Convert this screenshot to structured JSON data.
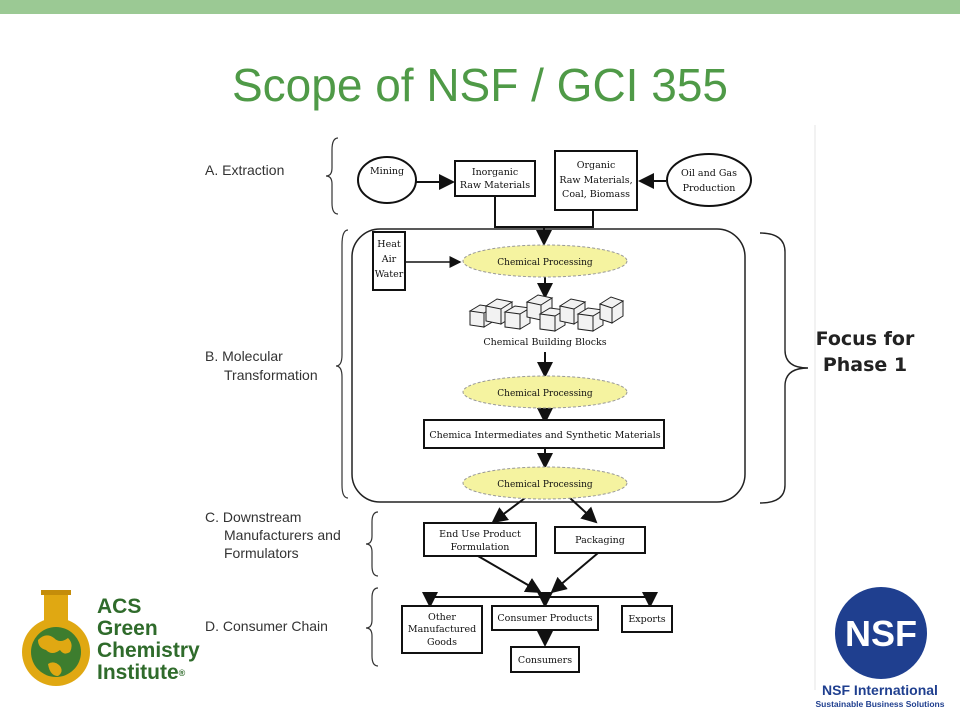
{
  "slide": {
    "title": "Scope of NSF / GCI 355",
    "focus_line1": "Focus for",
    "focus_line2": "Phase 1"
  },
  "colors": {
    "title": "#4f9a47",
    "top_bar": "#9bc994",
    "ellipse_fill": "#f5f3a0",
    "nsf_blue": "#1f3f8f",
    "acs_green": "#2f6b2b"
  },
  "stages": {
    "extraction": "A. Extraction",
    "molecular_line1": "B. Molecular",
    "molecular_line2": "Transformation",
    "downstream_line1": "C. Downstream",
    "downstream_line2": "Manufacturers and",
    "downstream_line3": "Formulators",
    "consumer": "D. Consumer Chain"
  },
  "nodes": {
    "mining": "Mining",
    "inorganic_1": "Inorganic",
    "inorganic_2": "Raw Materials",
    "organic_1": "Organic",
    "organic_2": "Raw Materials,",
    "organic_3": "Coal, Biomass",
    "oilgas_1": "Oil and Gas",
    "oilgas_2": "Production",
    "heat": "Heat",
    "air": "Air",
    "water": "Water",
    "chem_proc_1": "Chemical Processing",
    "building_blocks": "Chemical Building Blocks",
    "chem_proc_2": "Chemical Processing",
    "intermediates": "Chemica Intermediates and Synthetic Materials",
    "chem_proc_3": "Chemical Processing",
    "enduse_1": "End Use Product",
    "enduse_2": "Formulation",
    "packaging": "Packaging",
    "other_1": "Other",
    "other_2": "Manufactured",
    "other_3": "Goods",
    "consumer_products": "Consumer Products",
    "exports": "Exports",
    "consumers": "Consumers"
  },
  "logos": {
    "acs_line1": "ACS",
    "acs_line2": "Green",
    "acs_line3": "Chemistry",
    "acs_line4": "Institute",
    "acs_reg": "®",
    "nsf_mark": "NSF",
    "nsf_name": "NSF International",
    "nsf_tagline": "Sustainable Business Solutions"
  }
}
